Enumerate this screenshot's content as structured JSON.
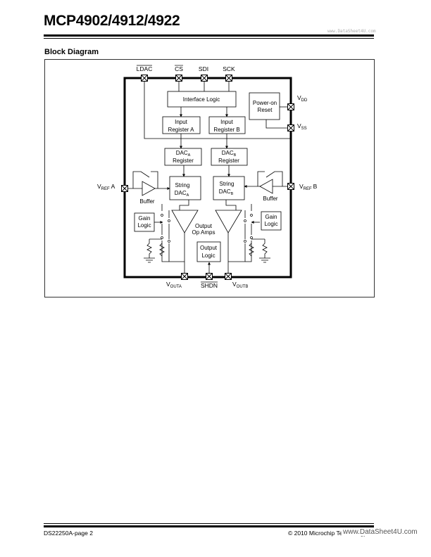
{
  "header": {
    "title": "MCP4902/4912/4922",
    "watermark": "www.DataSheet4U.com"
  },
  "section": {
    "heading": "Block Diagram"
  },
  "diagram": {
    "pins_top": {
      "ldac": "LDAC",
      "cs": "CS",
      "sdi": "SDI",
      "sck": "SCK"
    },
    "pins_bottom": {
      "vout_a_main": "V",
      "vout_a_sub": "OUTA",
      "shdn": "SHDN",
      "vout_b_main": "V",
      "vout_b_sub": "OUTB"
    },
    "pins_right": {
      "vdd_main": "V",
      "vdd_sub": "DD",
      "vss_main": "V",
      "vss_sub": "SS",
      "vref_b_main": "V",
      "vref_b_sub": "REF",
      "vref_b_suffix": "B"
    },
    "pins_left": {
      "vref_a_main": "V",
      "vref_a_sub": "REF",
      "vref_a_suffix": "A"
    },
    "blocks": {
      "interface_logic": "Interface Logic",
      "power_on_line1": "Power-on",
      "power_on_line2": "Reset",
      "input_reg_a_line1": "Input",
      "input_reg_a_line2": "Register A",
      "input_reg_b_line1": "Input",
      "input_reg_b_line2": "Register B",
      "dac_a_main": "DAC",
      "dac_a_sub": "A",
      "dac_a_line2": "Register",
      "dac_b_main": "DAC",
      "dac_b_sub": "B",
      "dac_b_line2": "Register",
      "string_a_line1": "String",
      "string_a_main": "DAC",
      "string_a_sub": "A",
      "string_b_line1": "String",
      "string_b_main": "DAC",
      "string_b_sub": "B",
      "gain_a_line1": "Gain",
      "gain_a_line2": "Logic",
      "gain_b_line1": "Gain",
      "gain_b_line2": "Logic",
      "output_logic_line1": "Output",
      "output_logic_line2": "Logic"
    },
    "labels": {
      "buffer_a": "Buffer",
      "buffer_b": "Buffer",
      "opamps_line1": "Output",
      "opamps_line2": "Op Amps"
    }
  },
  "footer": {
    "left": "DS22250A-page 2",
    "right": "© 2010 Microchip Technology Inc.",
    "watermark": "www.DataSheet4U.com"
  }
}
